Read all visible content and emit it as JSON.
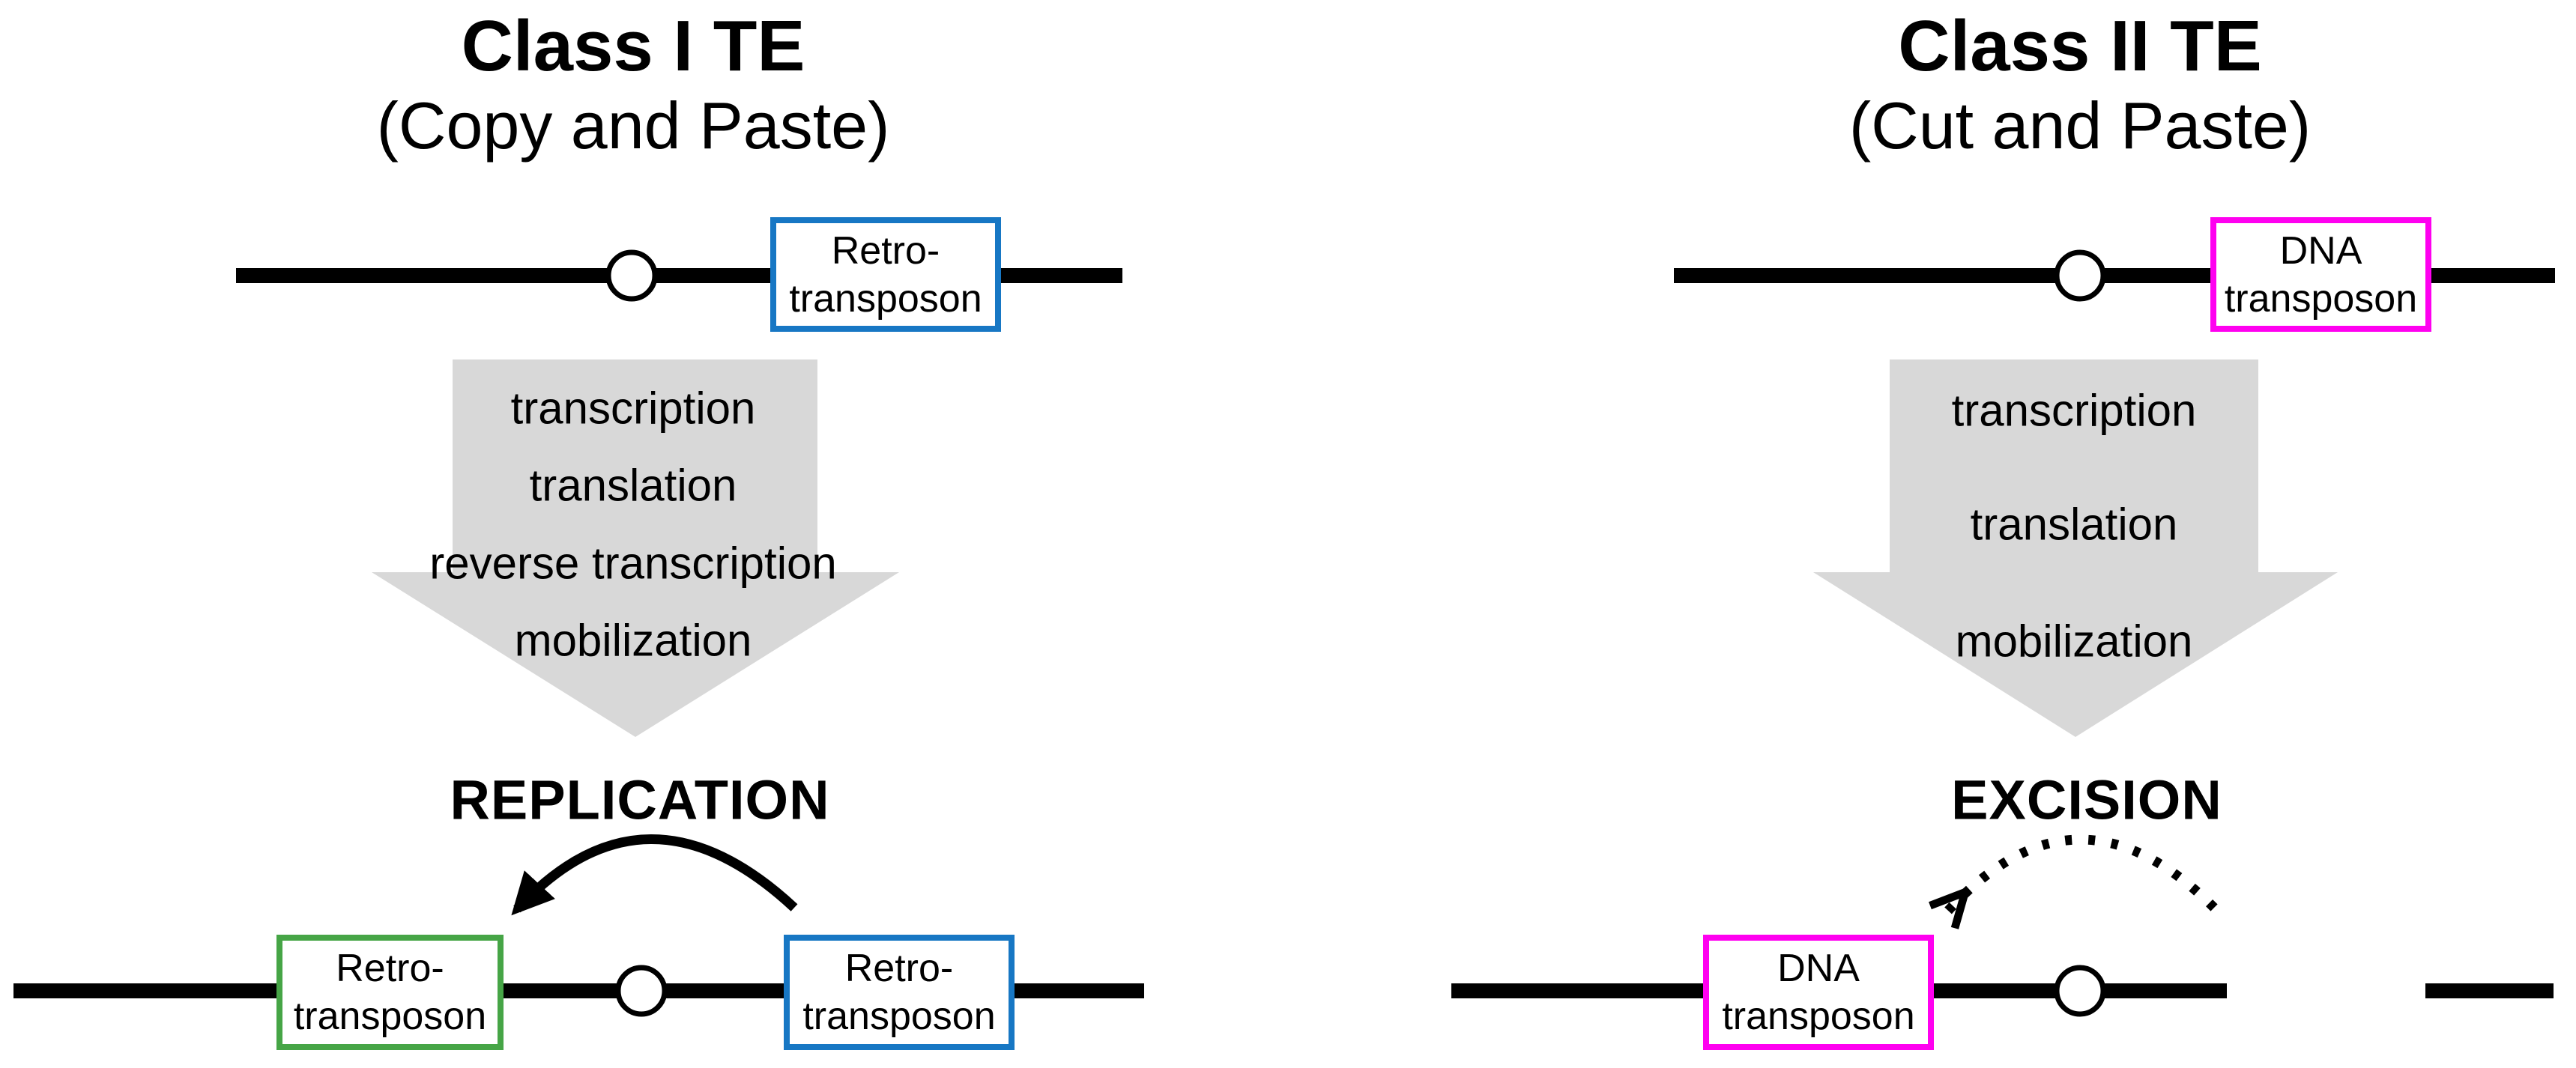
{
  "figure": {
    "panels": [
      {
        "id": "class-1",
        "title": "Class I TE",
        "subtitle": "(Copy and Paste)",
        "te_box": {
          "line1": "Retro-",
          "line2": "transposon"
        },
        "steps": [
          "transcription",
          "translation",
          "reverse transcription",
          "mobilization"
        ],
        "process_label": "REPLICATION",
        "result_new_copy_box": {
          "line1": "Retro-",
          "line2": "transposon"
        },
        "result_original_box": {
          "line1": "Retro-",
          "line2": "transposon"
        }
      },
      {
        "id": "class-2",
        "title": "Class II TE",
        "subtitle": "(Cut and Paste)",
        "te_box": {
          "line1": "DNA",
          "line2": "transposon"
        },
        "steps": [
          "transcription",
          "translation",
          "mobilization"
        ],
        "process_label": "EXCISION",
        "result_moved_box": {
          "line1": "DNA",
          "line2": "transposon"
        }
      }
    ],
    "colors": {
      "retro_blue": "#1777C4",
      "copy_green": "#46A546",
      "dna_magenta": "#FF00F0",
      "arrow_gray": "#D8D8D8",
      "line_black": "#000000",
      "text_black": "#000000"
    }
  }
}
